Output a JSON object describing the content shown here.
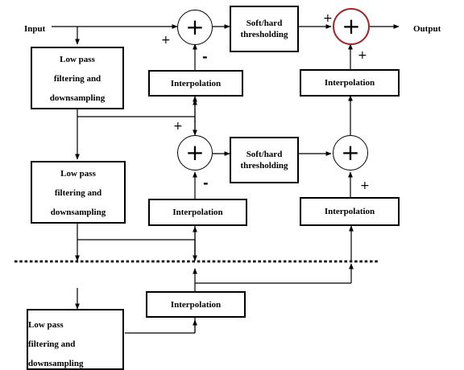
{
  "io": {
    "input": "Input",
    "output": "Output"
  },
  "blocks": {
    "lowpass": [
      "Low pass",
      "filtering and",
      "downsampling"
    ],
    "interpolation": "Interpolation",
    "threshold": [
      "Soft/hard",
      "thresholding"
    ]
  },
  "signs": {
    "plus": "+",
    "minus": "-",
    "sum": "+"
  },
  "colors": {
    "line": "#000000",
    "highlight": "#a0282a",
    "background": "#ffffff"
  }
}
